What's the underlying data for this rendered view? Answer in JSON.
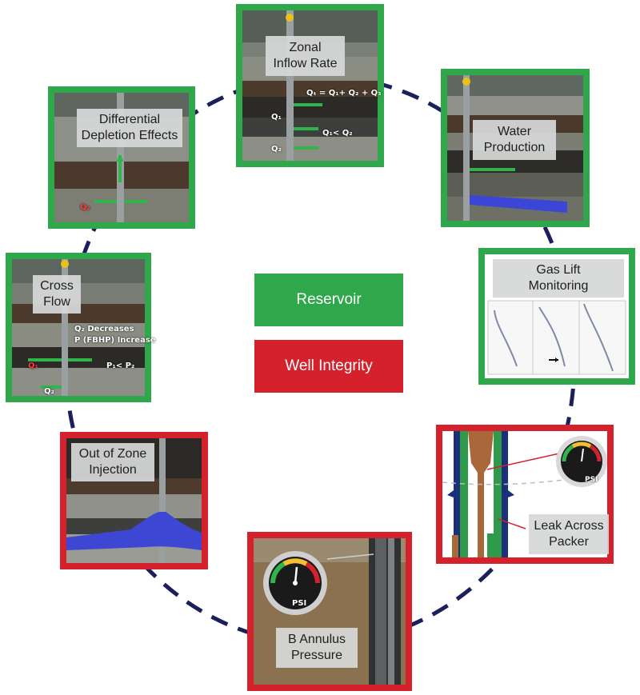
{
  "colors": {
    "reservoir": "#2ea84a",
    "well_integrity": "#d4212b",
    "connector": "#1b1f5c"
  },
  "legend": {
    "reservoir": "Reservoir",
    "well_integrity": "Well Integrity"
  },
  "panels": {
    "zonal_inflow": {
      "category": "reservoir",
      "label": [
        "Zonal",
        "Inflow Rate"
      ],
      "notes": [
        "Qₜ = Q₁+ Q₂ + Q₃",
        "Q₁",
        "Q₁< Q₂",
        "Q₂"
      ]
    },
    "water_production": {
      "category": "reservoir",
      "label": [
        "Water",
        "Production"
      ]
    },
    "gas_lift": {
      "category": "reservoir",
      "label": [
        "Gas Lift",
        "Monitoring"
      ]
    },
    "leak_packer": {
      "category": "well_integrity",
      "label": [
        "Leak Across",
        "Packer"
      ],
      "gauge_text": "PSI"
    },
    "b_annulus": {
      "category": "well_integrity",
      "label": [
        "B Annulus",
        "Pressure"
      ],
      "gauge_text": "PSI"
    },
    "out_of_zone": {
      "category": "well_integrity",
      "label": [
        "Out of Zone",
        "Injection"
      ]
    },
    "cross_flow": {
      "category": "reservoir",
      "label": [
        "Cross",
        "Flow"
      ],
      "notes": [
        "Q₂ Decreases",
        "P (FBHP) Increase",
        "Q₁",
        "P₁< P₂",
        "Q₂"
      ]
    },
    "differential_depletion": {
      "category": "reservoir",
      "label": [
        "Differential",
        "Depletion Effects"
      ],
      "notes": [
        "Q₂"
      ]
    }
  }
}
